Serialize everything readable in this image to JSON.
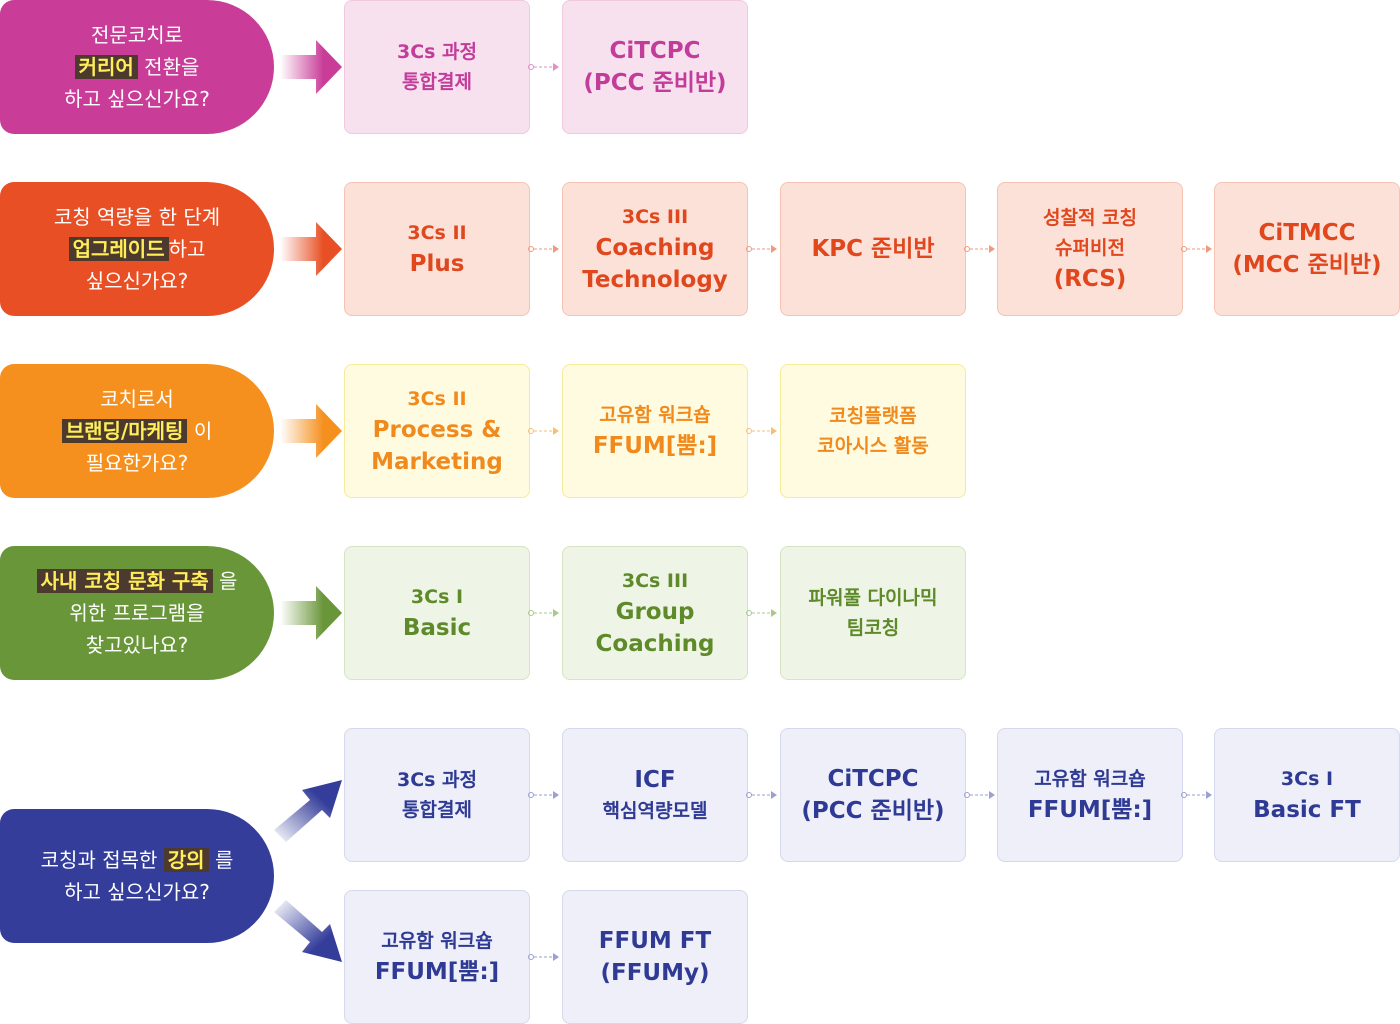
{
  "colors": {
    "row1": "#c93d98",
    "row2": "#e84f24",
    "row3": "#f5901f",
    "row4": "#6a963a",
    "row5": "#343d9a",
    "highlight_bg": "#4d3a2f",
    "highlight_text": "#ffee58"
  },
  "rows": [
    {
      "question": {
        "line1": "전문코치로",
        "highlight": "커리어",
        "line2_rest": "전환을",
        "line3": "하고 싶으신가요?"
      },
      "boxes": [
        {
          "lines": [
            "3Cs 과정",
            "통합결제"
          ]
        },
        {
          "lines": [
            "CiTCPC",
            "(PCC 준비반)"
          ]
        }
      ]
    },
    {
      "question": {
        "line1": "코칭 역량을 한 단계",
        "highlight": "업그레이드",
        "line2_rest": "하고",
        "line3": "싶으신가요?"
      },
      "boxes": [
        {
          "lines": [
            "3Cs II",
            "Plus"
          ]
        },
        {
          "lines": [
            "3Cs III",
            "Coaching",
            "Technology"
          ]
        },
        {
          "lines": [
            "KPC 준비반"
          ]
        },
        {
          "lines": [
            "성찰적 코칭",
            "슈퍼비전",
            "(RCS)"
          ]
        },
        {
          "lines": [
            "CiTMCC",
            "(MCC 준비반)"
          ]
        }
      ]
    },
    {
      "question": {
        "line1": "코치로서",
        "highlight": "브랜딩/마케팅",
        "line2_rest": "이",
        "line3": "필요한가요?"
      },
      "boxes": [
        {
          "lines": [
            "3Cs II",
            "Process &",
            "Marketing"
          ]
        },
        {
          "lines": [
            "고유함 워크숍",
            "FFUM[뿜:]"
          ]
        },
        {
          "lines": [
            "코칭플랫폼",
            "코아시스 활동"
          ]
        }
      ]
    },
    {
      "question": {
        "highlight": "사내 코칭 문화 구축",
        "line1_rest": "을",
        "line2": "위한 프로그램을",
        "line3": "찾고있나요?"
      },
      "boxes": [
        {
          "lines": [
            "3Cs I",
            "Basic"
          ]
        },
        {
          "lines": [
            "3Cs III",
            "Group",
            "Coaching"
          ]
        },
        {
          "lines": [
            "파워풀 다이나믹",
            "팀코칭"
          ]
        }
      ]
    },
    {
      "question": {
        "line1": "코칭과 접목한",
        "highlight": "강의",
        "line1_rest": "를",
        "line2": "하고 싶으신가요?"
      },
      "boxes_top": [
        {
          "lines": [
            "3Cs 과정",
            "통합결제"
          ]
        },
        {
          "lines": [
            "ICF",
            "핵심역량모델"
          ]
        },
        {
          "lines": [
            "CiTCPC",
            "(PCC 준비반)"
          ]
        },
        {
          "lines": [
            "고유함 워크숍",
            "FFUM[뿜:]"
          ]
        },
        {
          "lines": [
            "3Cs I",
            "Basic FT"
          ]
        }
      ],
      "boxes_bottom": [
        {
          "lines": [
            "고유함 워크숍",
            "FFUM[뿜:]"
          ]
        },
        {
          "lines": [
            "FFUM FT",
            "(FFUMy)"
          ]
        }
      ]
    }
  ]
}
